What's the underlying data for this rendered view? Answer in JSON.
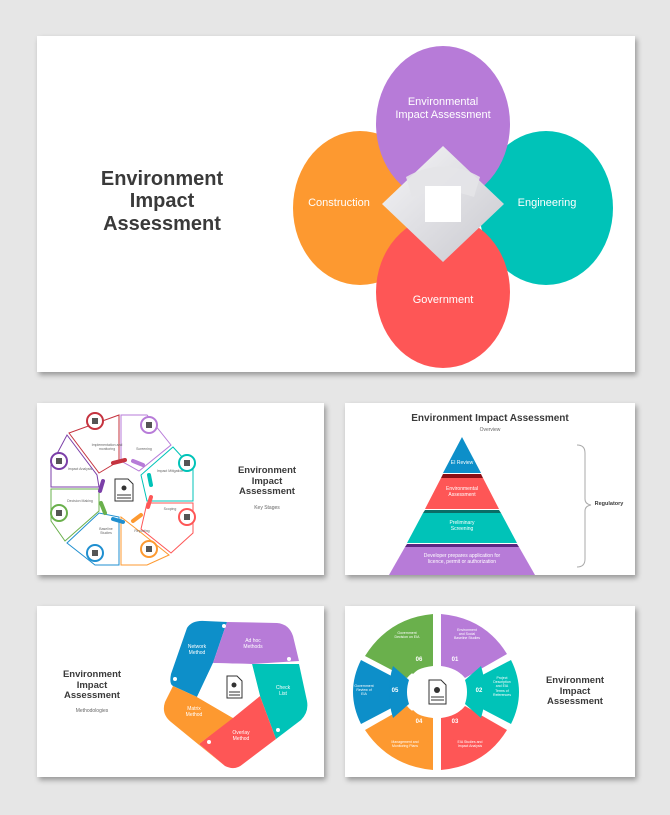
{
  "slides": [
    {
      "id": "hero",
      "title_lines": [
        "Environment",
        "Impact",
        "Assessment"
      ],
      "circles": [
        {
          "label_lines": [
            "Environmental",
            "Impact Assessment"
          ],
          "color": "#b77bd8",
          "position": "top"
        },
        {
          "label_lines": [
            "Construction"
          ],
          "color": "#fd9930",
          "position": "left"
        },
        {
          "label_lines": [
            "Engineering"
          ],
          "color": "#00c3b8",
          "position": "right"
        },
        {
          "label_lines": [
            "Government"
          ],
          "color": "#fe5656",
          "position": "bottom"
        }
      ]
    },
    {
      "id": "key-stages",
      "title_lines": [
        "Environment",
        "Impact",
        "Assessment"
      ],
      "subtitle": "Key Stages",
      "stages": [
        {
          "label": "Implementation and monitoring",
          "color": "#c5333f",
          "icon": "gear-people-icon"
        },
        {
          "label": "Screening",
          "color": "#b77bd8",
          "icon": "magnify-people-icon"
        },
        {
          "label": "Impact Mitigation",
          "color": "#00c3b8",
          "icon": "umbrella-icon"
        },
        {
          "label": "Scoping",
          "color": "#fe5656",
          "icon": "handshake-icon"
        },
        {
          "label": "Reporting",
          "color": "#fd9930",
          "icon": "document-icon"
        },
        {
          "label": "Baseline Studies",
          "color": "#1f8fd0",
          "icon": "person-desk-icon"
        },
        {
          "label": "Decision Making",
          "color": "#6ab04c",
          "icon": "network-icon"
        },
        {
          "label": "Impact Analysis",
          "color": "#7b3fa8",
          "icon": "grid-chart-icon"
        }
      ]
    },
    {
      "id": "overview",
      "title": "Environment Impact Assessment",
      "subtitle": "Overview",
      "pyramid": [
        {
          "label_lines": [
            "EI Review"
          ],
          "color": "#0d8fc9"
        },
        {
          "label_lines": [
            "Environmental",
            "Assessment"
          ],
          "color": "#fe5656"
        },
        {
          "label_lines": [
            "Preliminary",
            "Screening"
          ],
          "color": "#00c3b8"
        },
        {
          "label_lines": [
            "Developer prepares application for",
            "licence, permit or authorization"
          ],
          "color": "#b77bd8"
        }
      ],
      "bracket_label": "Regulatory"
    },
    {
      "id": "methodologies",
      "title_lines": [
        "Environment",
        "Impact",
        "Assessment"
      ],
      "subtitle": "Methodologies",
      "methods": [
        {
          "label_lines": [
            "Network",
            "Method"
          ],
          "color": "#0d8fc9"
        },
        {
          "label_lines": [
            "Ad hoc",
            "Methods"
          ],
          "color": "#b77bd8"
        },
        {
          "label_lines": [
            "Check",
            "List"
          ],
          "color": "#00c3b8"
        },
        {
          "label_lines": [
            "Overlay",
            "Method"
          ],
          "color": "#fe5656"
        },
        {
          "label_lines": [
            "Matrix",
            "Method"
          ],
          "color": "#fd9930"
        }
      ]
    },
    {
      "id": "process",
      "title_lines": [
        "Environment",
        "Impact",
        "Assessment"
      ],
      "steps": [
        {
          "num": "01",
          "label_lines": [
            "Environment",
            "and Social",
            "Baseline Studies"
          ],
          "color": "#b77bd8"
        },
        {
          "num": "02",
          "label_lines": [
            "Project",
            "Description",
            "and EIA",
            "Terms of",
            "References"
          ],
          "color": "#00c3b8"
        },
        {
          "num": "03",
          "label_lines": [
            "EIA Studies and",
            "Impact Analysis"
          ],
          "color": "#fe5656"
        },
        {
          "num": "04",
          "label_lines": [
            "Management and",
            "Monitoring Plans"
          ],
          "color": "#fd9930"
        },
        {
          "num": "05",
          "label_lines": [
            "Government",
            "Review of",
            "EIA"
          ],
          "color": "#0d8fc9"
        },
        {
          "num": "06",
          "label_lines": [
            "Government",
            "Decision on EIA"
          ],
          "color": "#6ab04c"
        }
      ]
    }
  ]
}
